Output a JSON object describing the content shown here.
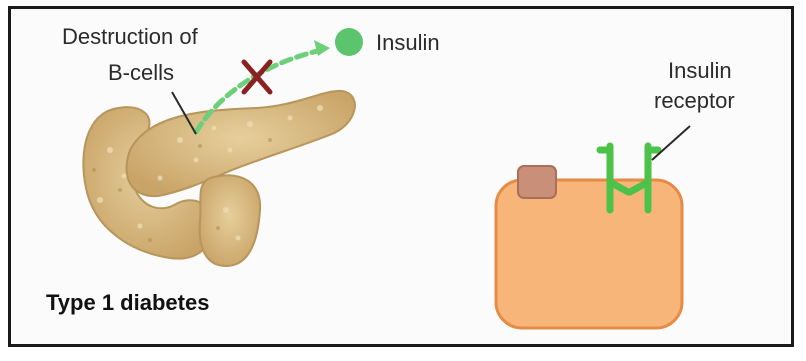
{
  "labels": {
    "destruction_line1": "Destruction of",
    "destruction_line2": "B-cells",
    "insulin": "Insulin",
    "receptor_line1": "Insulin",
    "receptor_line2": "receptor",
    "caption": "Type 1 diabetes"
  },
  "colors": {
    "pancreas": "#d9bb82",
    "pancreas_dark": "#b8955a",
    "insulin": "#5cc46c",
    "arrow": "#6ccf7a",
    "cross": "#8b2020",
    "cell_fill": "#f7b57a",
    "cell_stroke": "#e48c45",
    "receptor": "#4cc24a",
    "marker": "#c98f78"
  },
  "icons": {
    "pancreas": "pancreas-illustration",
    "insulin": "insulin-molecule-icon",
    "block": "cross-mark-icon",
    "receptor": "receptor-icon"
  }
}
